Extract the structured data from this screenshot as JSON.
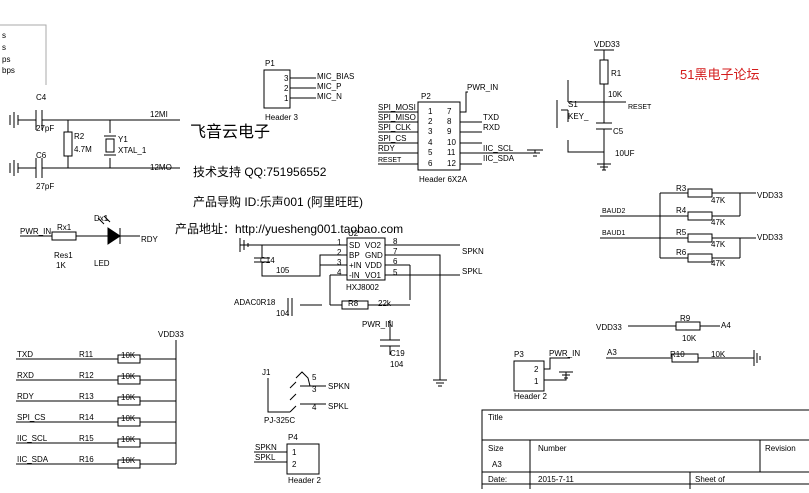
{
  "corner": [
    "s",
    "s",
    "ps",
    "bps"
  ],
  "mic_header": {
    "ref": "P1",
    "name": "Header 3",
    "pins": [
      "3",
      "2",
      "1"
    ],
    "nets": [
      "MIC_BIAS",
      "MIC_P",
      "MIC_N"
    ]
  },
  "crystal": {
    "c4": "C4",
    "c4v": "27pF",
    "c6": "C6",
    "c6v": "27pF",
    "r2": "R2",
    "r2v": "4.7M",
    "y1": "Y1",
    "y1v": "XTAL_1",
    "net_mi": "12MI",
    "net_mo": "12MO"
  },
  "branding": {
    "company": "飞音云电子",
    "support": "技术支持 QQ:751956552",
    "product_id": "产品导购 ID:乐声001  (阿里旺旺)",
    "address": "产品地址：http://yuesheng001.taobao.com",
    "forum": "51黑电子论坛"
  },
  "header_p2": {
    "ref": "P2",
    "name": "Header 6X2A",
    "left_nets": [
      "SPI_MOSI",
      "SPI_MISO",
      "SPI_CLK",
      "SPI_CS",
      "RDY",
      "RESET"
    ],
    "left_pins": [
      "1",
      "2",
      "3",
      "4",
      "5",
      "6"
    ],
    "right_pins": [
      "7",
      "8",
      "9",
      "10",
      "11",
      "12"
    ],
    "right_nets": [
      "TXD",
      "RXD",
      "IIC_SCL",
      "IIC_SDA"
    ],
    "pwr": "PWR_IN"
  },
  "reset_circuit": {
    "vdd": "VDD33",
    "r1": "R1",
    "r1v": "10K",
    "net": "RESET",
    "s1": "S1",
    "key": "KEY_",
    "c5": "C5",
    "c5v": "10UF"
  },
  "led": {
    "pwr": "PWR_IN",
    "rx": "Rx1",
    "res": "Res1",
    "resv": "1K",
    "dx": "Dx1",
    "led": "LED",
    "net": "RDY"
  },
  "amp": {
    "ref": "U2",
    "name": "HXJ8002",
    "pins_left": [
      {
        "num": "1",
        "name": "SD"
      },
      {
        "num": "2",
        "name": "BP"
      },
      {
        "num": "3",
        "name": "+IN"
      },
      {
        "num": "4",
        "name": "-IN"
      }
    ],
    "pins_right": [
      {
        "num": "8",
        "name": "VO2"
      },
      {
        "num": "7",
        "name": "GND"
      },
      {
        "num": "6",
        "name": "VDD"
      },
      {
        "num": "5",
        "name": "VO1"
      }
    ],
    "c14": "C14",
    "c14v": "105",
    "c18": "ADAC0R18",
    "c18v": "104",
    "r8": "R8",
    "r8v": "22k",
    "pwr": "PWR_IN",
    "c19": "C19",
    "c19v": "104",
    "spkn": "SPKN",
    "spkl": "SPKL"
  },
  "baud": {
    "vdd1": "VDD33",
    "vdd2": "VDD33",
    "baud2": "BAUD2",
    "baud1": "BAUD1",
    "resistors": [
      {
        "ref": "R3",
        "val": "47K"
      },
      {
        "ref": "R4",
        "val": "47K"
      },
      {
        "ref": "R5",
        "val": "47K"
      },
      {
        "ref": "R6",
        "val": "47K"
      }
    ]
  },
  "a_pins": {
    "vdd": "VDD33",
    "r9": "R9",
    "r9v": "10K",
    "a4": "A4",
    "a3": "A3",
    "r10": "R10",
    "r10v": "10K"
  },
  "pullups": {
    "vdd": "VDD33",
    "rows": [
      {
        "net": "TXD",
        "ref": "R11",
        "val": "10K"
      },
      {
        "net": "RXD",
        "ref": "R12",
        "val": "10K"
      },
      {
        "net": "RDY",
        "ref": "R13",
        "val": "10K"
      },
      {
        "net": "SPI_CS",
        "ref": "R14",
        "val": "10K"
      },
      {
        "net": "IIC_SCL",
        "ref": "R15",
        "val": "10K"
      },
      {
        "net": "IIC_SDA",
        "ref": "R16",
        "val": "10K"
      }
    ]
  },
  "jack": {
    "ref": "J1",
    "name": "PJ-325C",
    "spkn": "SPKN",
    "spkl": "SPKL",
    "pins": [
      "5",
      "3",
      "4"
    ]
  },
  "p4": {
    "ref": "P4",
    "name": "Header 2",
    "pins": [
      "1",
      "2"
    ],
    "nets": [
      "SPKN",
      "SPKL"
    ]
  },
  "p3": {
    "ref": "P3",
    "name": "Header 2",
    "pins": [
      "2",
      "1"
    ],
    "pwr": "PWR_IN"
  },
  "title_block": {
    "title": "Title",
    "size": "Size",
    "size_val": "A3",
    "number": "Number",
    "revision": "Revision",
    "date": "Date:",
    "date_val": "2015-7-11",
    "sheet": "Sheet  of"
  }
}
